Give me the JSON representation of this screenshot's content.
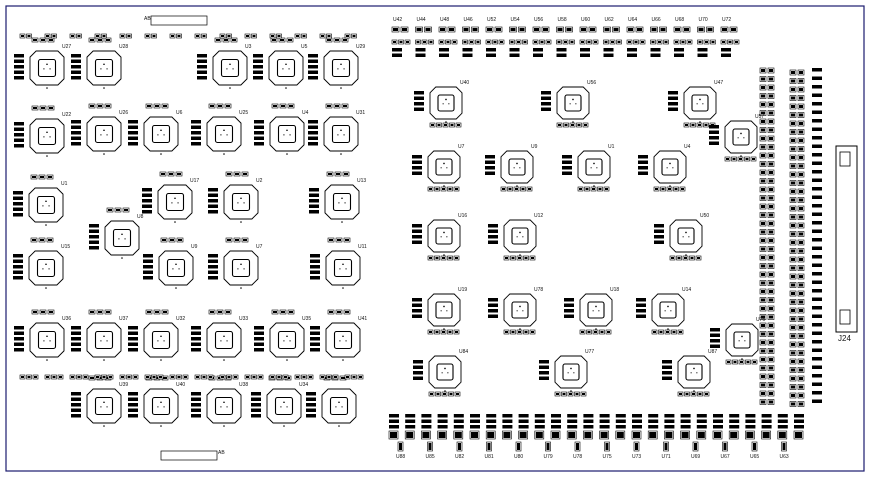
{
  "connector": {
    "label": "J24"
  },
  "frame_marks": {
    "top_mark": "AB",
    "bottom_mark": "AB"
  },
  "chips_left": [
    {
      "ref": "U27"
    },
    {
      "ref": "U28"
    },
    {
      "ref": "U3"
    },
    {
      "ref": "U5"
    },
    {
      "ref": "U29"
    },
    {
      "ref": "U22"
    },
    {
      "ref": "U26"
    },
    {
      "ref": "U6"
    },
    {
      "ref": "U25"
    },
    {
      "ref": "U4"
    },
    {
      "ref": "U31"
    },
    {
      "ref": "U1"
    },
    {
      "ref": "U17"
    },
    {
      "ref": "U2"
    },
    {
      "ref": "U13"
    },
    {
      "ref": "U8"
    },
    {
      "ref": "U15"
    },
    {
      "ref": "U9"
    },
    {
      "ref": "U7"
    },
    {
      "ref": "U11"
    },
    {
      "ref": "U36"
    },
    {
      "ref": "U37"
    },
    {
      "ref": "U32"
    },
    {
      "ref": "U33"
    },
    {
      "ref": "U35"
    },
    {
      "ref": "U41"
    },
    {
      "ref": "U39"
    },
    {
      "ref": "U40"
    },
    {
      "ref": "U38"
    },
    {
      "ref": "U34"
    }
  ],
  "chips_right": [
    {
      "ref": "U40"
    },
    {
      "ref": "U56"
    },
    {
      "ref": "U47"
    },
    {
      "ref": "U57"
    },
    {
      "ref": "U7"
    },
    {
      "ref": "U9"
    },
    {
      "ref": "U1"
    },
    {
      "ref": "U4"
    },
    {
      "ref": "U16"
    },
    {
      "ref": "U12"
    },
    {
      "ref": "U50"
    },
    {
      "ref": "U19"
    },
    {
      "ref": "U78"
    },
    {
      "ref": "U18"
    },
    {
      "ref": "U14"
    },
    {
      "ref": "U76"
    },
    {
      "ref": "U84"
    },
    {
      "ref": "U77"
    },
    {
      "ref": "U87"
    }
  ],
  "top_header_refs": [
    "U42",
    "U44",
    "U48",
    "U46",
    "U52",
    "U54",
    "U56",
    "U58",
    "U60",
    "U62",
    "U64",
    "U66",
    "U68",
    "U70",
    "U72"
  ],
  "bottom_header_refs": [
    "U88",
    "U85",
    "U82",
    "U81",
    "U80",
    "U79",
    "U78",
    "U75",
    "U73",
    "U71",
    "U69",
    "U67",
    "U65",
    "U63"
  ]
}
